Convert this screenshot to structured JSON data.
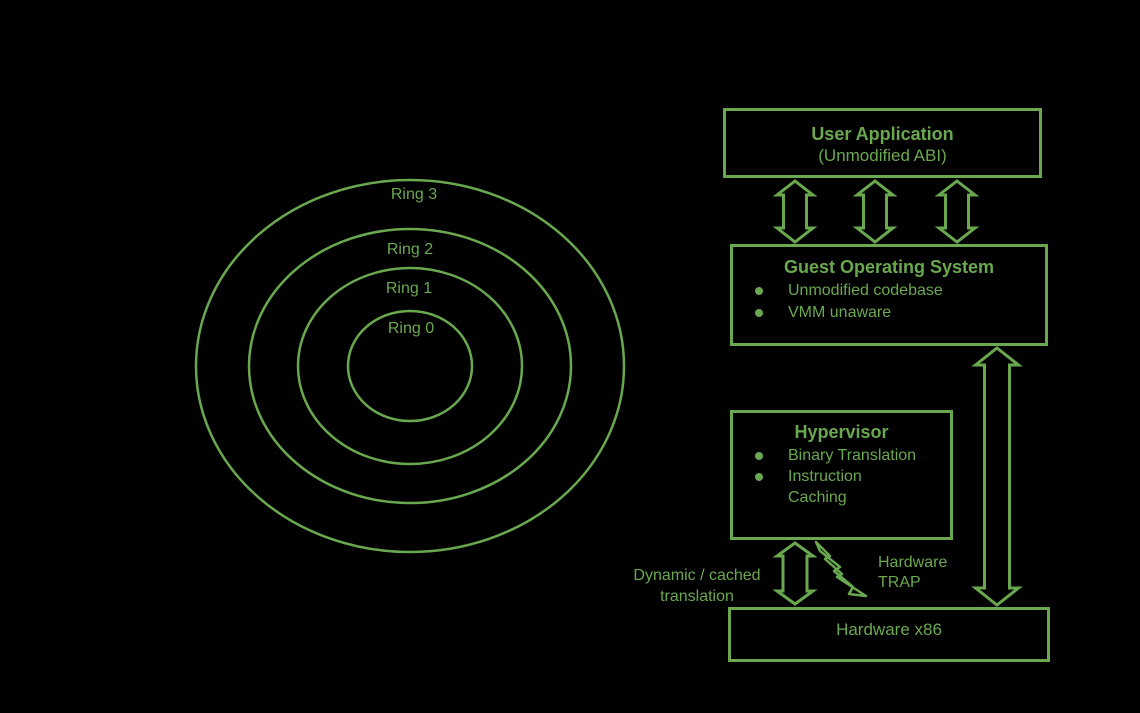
{
  "colors": {
    "accent_green": "#6aa84f",
    "background": "#000000"
  },
  "rings": {
    "labels": [
      "Ring 3",
      "Ring 2",
      "Ring 1",
      "Ring 0"
    ]
  },
  "boxes": {
    "user_app": {
      "title": "User Application",
      "subtitle": "(Unmodified ABI)"
    },
    "guest_os": {
      "title": "Guest Operating System",
      "bullets": [
        "Unmodified codebase",
        "VMM unaware"
      ]
    },
    "hypervisor": {
      "title": "Hypervisor",
      "bullets": [
        "Binary Translation",
        "Instruction",
        "Caching"
      ]
    },
    "hardware": {
      "title": "Hardware x86"
    }
  },
  "labels": {
    "dynamic_translation": {
      "line1": "Dynamic / cached",
      "line2": "translation"
    },
    "hardware_trap": {
      "line1": "Hardware",
      "line2": "TRAP"
    }
  },
  "icons": {
    "lightning": "hardware-trap-lightning-icon",
    "bullet": "bullet-dot-icon",
    "double_arrow": "double-headed-arrow"
  }
}
